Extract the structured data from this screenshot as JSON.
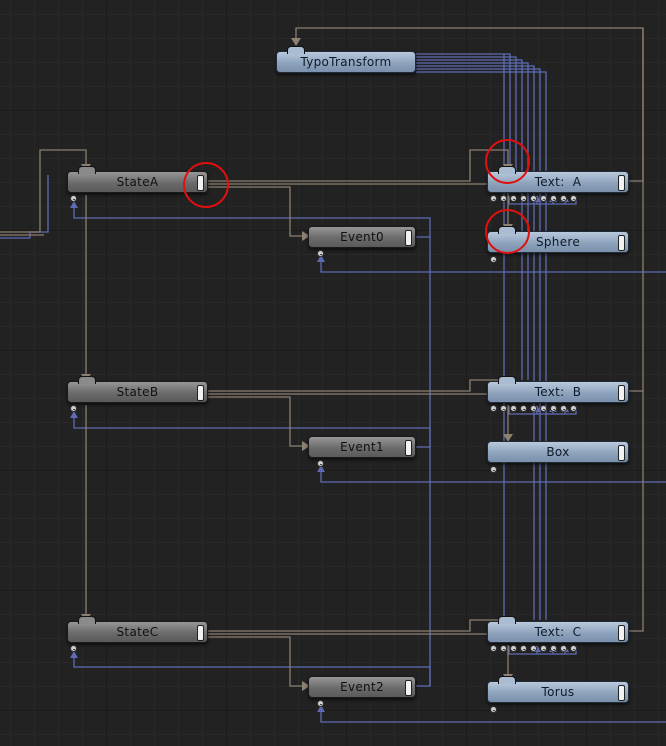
{
  "nodes": {
    "typo_transform": "TypoTransform",
    "state_a": "StateA",
    "state_b": "StateB",
    "state_c": "StateC",
    "event0": "Event0",
    "event1": "Event1",
    "event2": "Event2",
    "text_a": "Text:  A",
    "text_b": "Text:  B",
    "text_c": "Text:  C",
    "sphere": "Sphere",
    "box": "Box",
    "torus": "Torus"
  },
  "colors": {
    "wire_gray": "#8c8070",
    "wire_blue": "#5e6bb3",
    "highlight_circle": "#e01010"
  }
}
